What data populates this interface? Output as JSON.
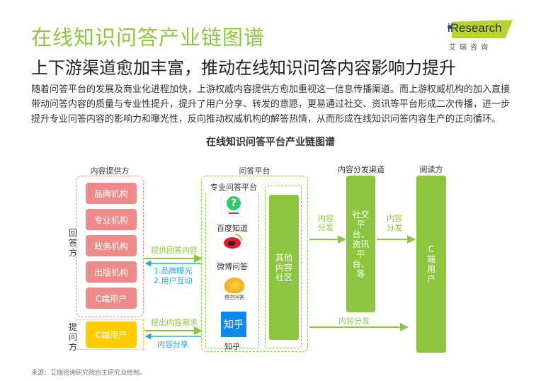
{
  "header": {
    "title": "在线知识问答产业链图谱",
    "subtitle": "上下游渠道愈加丰富，推动在线知识问答内容影响力提升",
    "paragraph": "随着问答平台的发展及商业化进程加快，上游权威内容提供方愈加重视这一信息传播渠道。而上游权威机构的加入直接带动问答内容的质量与专业性提升，提升了用户分享、转发的意愿，更易通过社交、资讯等平台形成二次传播，进一步提升专业问答内容的影响力和曝光性，反向推动权威机构的解答热情，从而形成在线知识问答内容生产的正向循环。"
  },
  "logo": {
    "brand": "iResearch",
    "cn": "艾 瑞 咨 询",
    "color": "#b5d334"
  },
  "diagram": {
    "title": "在线知识问答平台产业链图谱",
    "provider_title": "内容提供方",
    "answer_side": "回答方",
    "ask_side": "提问方",
    "providers": [
      "品牌机构",
      "专业机构",
      "政务机构",
      "出版机构",
      "C端用户"
    ],
    "asker": "C端用户",
    "platform_title": "问答平台",
    "pro_platform_title": "专业问答平台",
    "platforms": [
      "百度知道",
      "微博问答",
      "悟空问答",
      "知乎"
    ],
    "zhihu_logo": "知乎",
    "other_community": "其他内容社区",
    "arrow_answer": "提供回答内容",
    "feedback_1": "1.品牌曝光",
    "feedback_2": "2.用户互动",
    "arrow_demand": "提出内容需求",
    "arrow_share": "内容分享",
    "distribute_1": "内容分发",
    "distribute_2": "内容分发",
    "distribute_3": "内容分发",
    "channel_title": "内容分发渠道",
    "channel_text": "社交平台、资讯平台、等",
    "reader_title": "阅读方",
    "reader_text": "C端用户",
    "colors": {
      "green": "#8cc63f",
      "pink": "#ef8a8a",
      "yellow": "#ffcc00",
      "blue": "#29a8d9",
      "zhihu": "#0f88eb"
    }
  },
  "source": "来源：艾瑞咨询研究院自主研究及绘制。"
}
